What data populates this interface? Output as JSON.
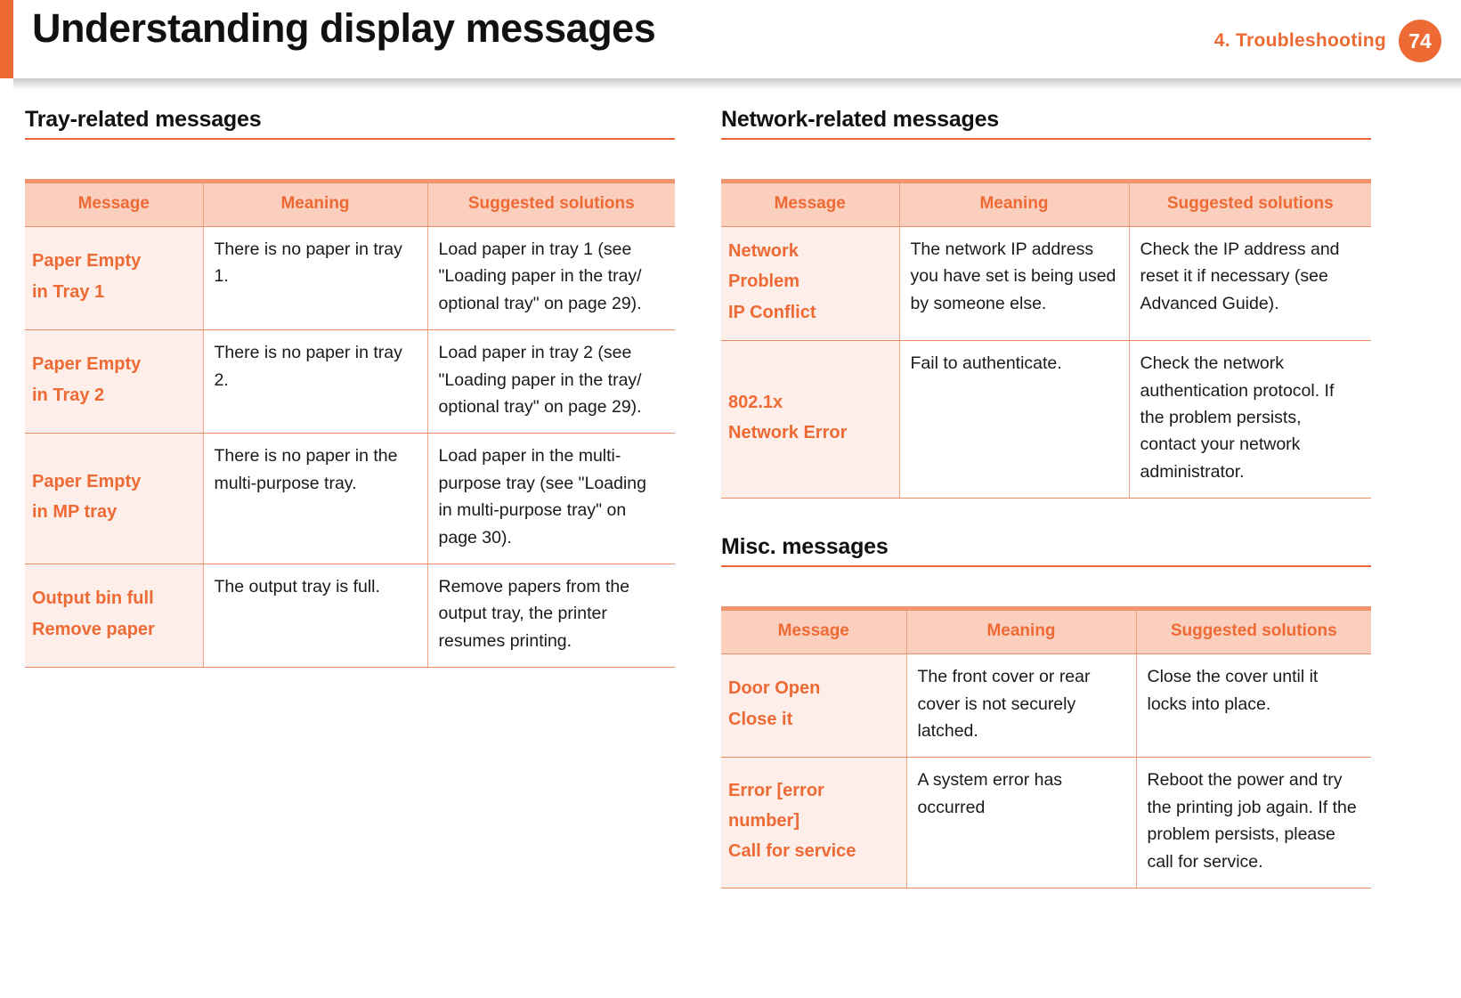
{
  "header": {
    "title": "Understanding display messages",
    "chapter": "4.  Troubleshooting",
    "page_number": "74",
    "accent_color": "#ED6A35"
  },
  "columns": {
    "table_headers": {
      "message": "Message",
      "meaning": "Meaning",
      "solutions": "Suggested solutions"
    }
  },
  "sections": [
    {
      "id": "tray",
      "heading": "Tray-related messages",
      "rows": [
        {
          "message_lines": [
            "Paper Empty",
            "in Tray 1"
          ],
          "meaning": "There is no paper in tray 1.",
          "solution": "Load paper in tray 1 (see \"Loading paper in the tray/ optional tray\" on page 29)."
        },
        {
          "message_lines": [
            "Paper Empty",
            "in Tray 2"
          ],
          "meaning": "There is no paper in tray 2.",
          "solution": "Load paper in tray 2 (see \"Loading paper in the tray/ optional tray\" on page 29)."
        },
        {
          "message_lines": [
            "Paper Empty",
            "in MP tray"
          ],
          "meaning": "There is no paper in the multi-purpose tray.",
          "solution": "Load paper in the multi-purpose tray (see \"Loading in multi-purpose tray\" on page 30)."
        },
        {
          "message_lines": [
            "Output bin full",
            "Remove paper"
          ],
          "meaning": "The output tray is full.",
          "solution": "Remove papers from the output tray, the printer resumes printing."
        }
      ]
    },
    {
      "id": "network",
      "heading": "Network-related messages",
      "rows": [
        {
          "message_lines": [
            "Network",
            "Problem",
            "IP Conflict"
          ],
          "meaning": "The network IP address you have set is being used by someone else.",
          "solution": "Check the IP address and reset it if necessary (see Advanced Guide)."
        },
        {
          "message_lines": [
            "802.1x",
            "Network Error"
          ],
          "meaning": "Fail to authenticate.",
          "solution": "Check the network authentication protocol. If the problem persists, contact your network administrator."
        }
      ]
    },
    {
      "id": "misc",
      "heading": "Misc. messages",
      "rows": [
        {
          "message_lines": [
            "Door Open",
            "Close it"
          ],
          "meaning": "The front cover or rear cover is not securely latched.",
          "solution": "Close the cover until it locks into place."
        },
        {
          "message_lines": [
            "Error [error",
            "number]",
            "Call for service"
          ],
          "meaning": "A system error has occurred",
          "solution": "Reboot the power and try the printing job again. If the problem persists, please call for service."
        }
      ]
    }
  ]
}
